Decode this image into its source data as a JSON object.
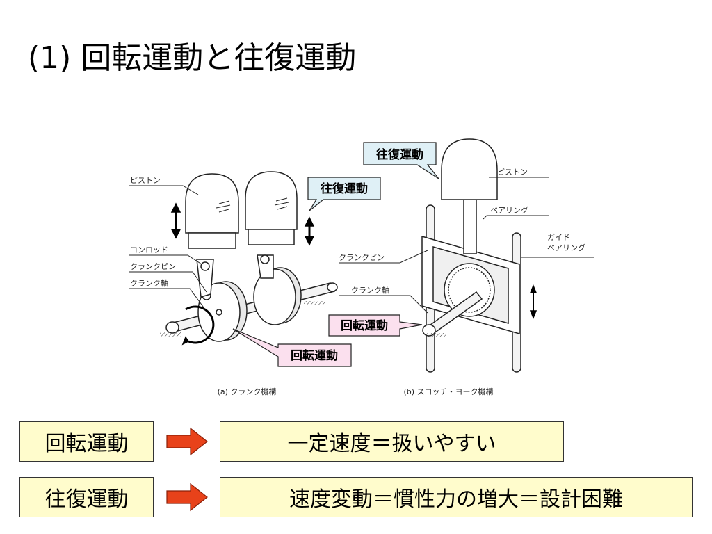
{
  "title": "(1) 回転運動と往復運動",
  "figure": {
    "label_piston_a": "ピストン",
    "label_conrod": "コンロッド",
    "label_crankpin_a": "クランクピン",
    "label_crankshaft_a": "クランク軸",
    "callout_reciprocating_a": "往復運動",
    "callout_rotation_a": "回転運動",
    "caption_a": "(a) クランク機構",
    "callout_reciprocating_b": "往復運動",
    "label_piston_b": "ピストン",
    "label_bearing_b": "ベアリング",
    "label_guide_bearing_1": "ガイド",
    "label_guide_bearing_2": "ベアリング",
    "label_crankpin_b": "クランクピン",
    "label_crankshaft_b": "クランク軸",
    "callout_rotation_b": "回転運動",
    "caption_b": "(b) スコッチ・ヨーク機構"
  },
  "rows": [
    {
      "motion": "回転運動",
      "result": "一定速度＝扱いやすい"
    },
    {
      "motion": "往復運動",
      "result": "速度変動＝慣性力の増大＝設計困難"
    }
  ],
  "colors": {
    "callout_blue": "#dff0f6",
    "callout_pink": "#fbe0ee",
    "box_yellow": "#fffccc",
    "arrow_red": "#e8421a"
  }
}
